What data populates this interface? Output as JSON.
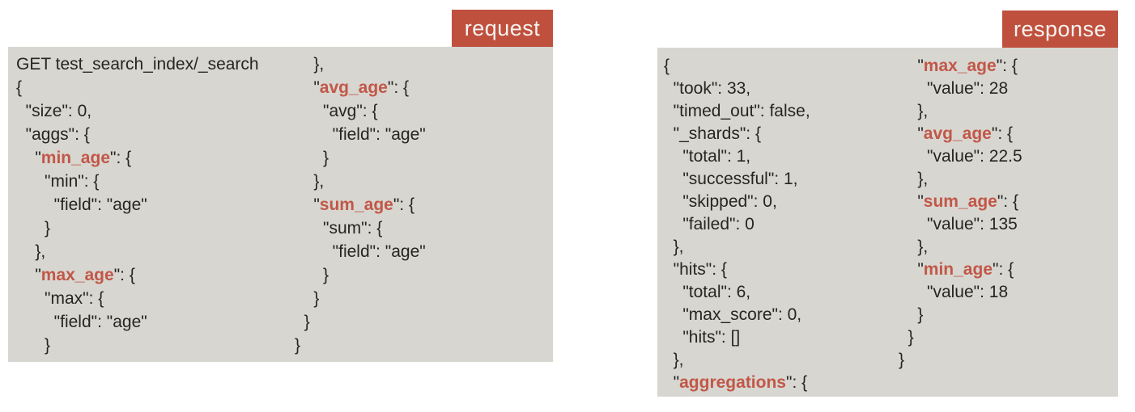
{
  "colors": {
    "tab_bg": "#c0503e",
    "tab_text": "#f7f3f0",
    "panel_bg": "#d7d6d0",
    "code_text": "#272523",
    "highlight_key": "#c25748",
    "page_bg": "#ffffff"
  },
  "request": {
    "tab_label": "request",
    "columns": [
      [
        "GET test_search_index/_search",
        "{",
        "  \"size\": 0,",
        "  \"aggs\": {",
        "    \"«min_age»\": {",
        "      \"min\": {",
        "        \"field\": \"age\"",
        "      }",
        "    },",
        "    \"«max_age»\": {",
        "      \"max\": {",
        "        \"field\": \"age\"",
        "      }"
      ],
      [
        "    },",
        "    \"«avg_age»\": {",
        "      \"avg\": {",
        "        \"field\": \"age\"",
        "      }",
        "    },",
        "    \"«sum_age»\": {",
        "      \"sum\": {",
        "        \"field\": \"age\"",
        "      }",
        "    }",
        "  }",
        "}"
      ]
    ]
  },
  "response": {
    "tab_label": "response",
    "columns": [
      [
        "{",
        "  \"took\": 33,",
        "  \"timed_out\": false,",
        "  \"_shards\": {",
        "    \"total\": 1,",
        "    \"successful\": 1,",
        "    \"skipped\": 0,",
        "    \"failed\": 0",
        "  },",
        "  \"hits\": {",
        "    \"total\": 6,",
        "    \"max_score\": 0,",
        "    \"hits\": []",
        "  },",
        "  \"«aggregations»\": {"
      ],
      [
        "    \"«max_age»\": {",
        "      \"value\": 28",
        "    },",
        "    \"«avg_age»\": {",
        "      \"value\": 22.5",
        "    },",
        "    \"«sum_age»\": {",
        "      \"value\": 135",
        "    },",
        "    \"«min_age»\": {",
        "      \"value\": 18",
        "    }",
        "  }",
        "}"
      ]
    ]
  }
}
